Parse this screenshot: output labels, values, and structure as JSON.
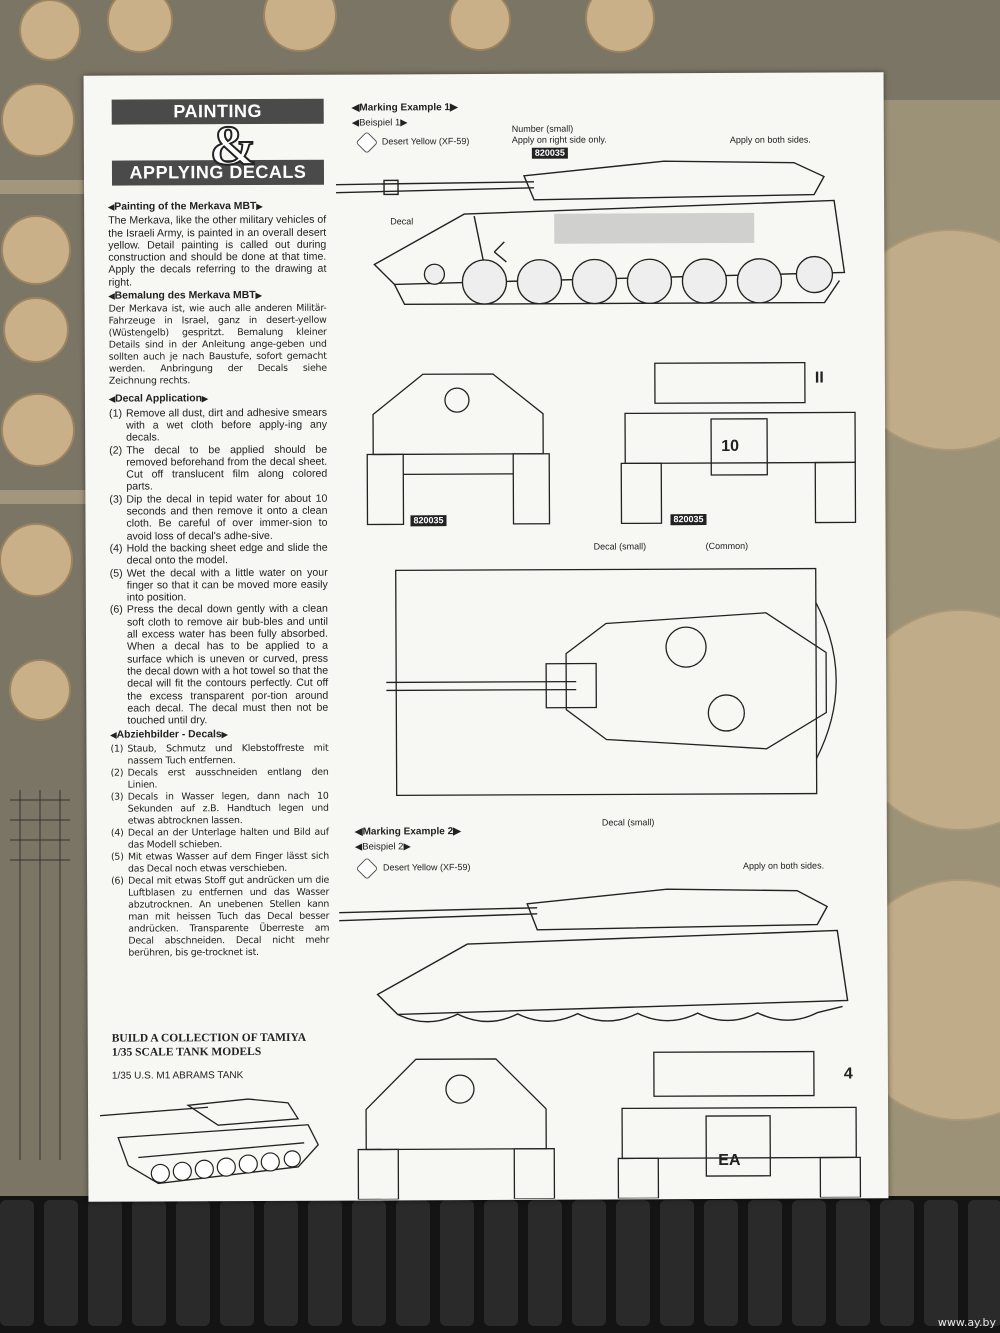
{
  "title": {
    "line1": "PAINTING",
    "amp": "&",
    "line2": "APPLYING DECALS"
  },
  "painting": {
    "heading": "Painting of the Merkava MBT",
    "text": "The Merkava, like the other military vehicles of the Israeli Army, is painted in an overall desert yellow. Detail painting is called out during construction and should be done at that time. Apply the decals referring to the drawing at right."
  },
  "bemalung": {
    "heading": "Bemalung des Merkava MBT",
    "text": "Der Merkava ist, wie auch alle anderen Militär-Fahrzeuge in Israel, ganz in desert-yellow (Wüstengelb) gespritzt. Bemalung kleiner Details sind in der Anleitung ange-geben und sollten auch je nach Baustufe, sofort gemacht werden. Anbringung der Decals siehe Zeichnung rechts."
  },
  "decal_application": {
    "heading": "Decal Application",
    "steps": [
      {
        "n": "(1)",
        "text": "Remove all dust, dirt and adhesive smears with a wet cloth before apply-ing any decals."
      },
      {
        "n": "(2)",
        "text": "The decal to be applied should be removed beforehand from the decal sheet. Cut off translucent film along colored parts."
      },
      {
        "n": "(3)",
        "text": "Dip the decal in tepid water for about 10 seconds and then remove it onto a clean cloth. Be careful of over immer-sion to avoid loss of decal's adhe-sive."
      },
      {
        "n": "(4)",
        "text": "Hold the backing sheet edge and slide the decal onto the model."
      },
      {
        "n": "(5)",
        "text": "Wet the decal with a little water on your finger so that it can be moved more easily into position."
      },
      {
        "n": "(6)",
        "text": "Press the decal down gently with a clean soft cloth to remove air bub-bles and until all excess water has been fully absorbed. When a decal has to be applied to a surface which is uneven or curved, press the decal down with a hot towel so that the decal will fit the contours perfectly. Cut off the excess transparent por-tion around each decal. The decal must then not be touched until dry."
      }
    ]
  },
  "abziehbilder": {
    "heading": "Abziehbilder - Decals",
    "steps": [
      {
        "n": "(1)",
        "text": "Staub, Schmutz und Klebstoffreste mit nassem Tuch entfernen."
      },
      {
        "n": "(2)",
        "text": "Decals erst ausschneiden entlang den Linien."
      },
      {
        "n": "(3)",
        "text": "Decals in Wasser legen, dann nach 10 Sekunden auf z.B. Handtuch legen und etwas abtrocknen lassen."
      },
      {
        "n": "(4)",
        "text": "Decal an der Unterlage halten und Bild auf das Modell schieben."
      },
      {
        "n": "(5)",
        "text": "Mit etwas Wasser auf dem Finger lässt sich das Decal noch etwas verschieben."
      },
      {
        "n": "(6)",
        "text": "Decal mit etwas Stoff gut andrücken um die Luftblasen zu entfernen und das Wasser abzutrocknen. An unebenen Stellen kann man mit heissen Tuch das Decal besser andrücken. Transparente Überreste am Decal abschneiden. Decal nicht mehr berühren, bis ge-trocknet ist."
      }
    ]
  },
  "collection": {
    "line1": "BUILD A COLLECTION OF TAMIYA",
    "line2": "1/35 SCALE TANK MODELS",
    "model": "1/35 U.S. M1 ABRAMS TANK"
  },
  "example1": {
    "heading": "Marking Example 1",
    "sub": "Beispiel 1",
    "color": "Desert Yellow (XF-59)",
    "number_note": "Number (small)",
    "number_note2": "Apply on right side only.",
    "both_sides": "Apply on both sides.",
    "decal": "Decal",
    "plate": "820035",
    "plate_front": "820035",
    "plate_rear": "820035",
    "rear_number": "10",
    "turret_mark": "II",
    "decal_small": "Decal (small)",
    "common": "(Common)",
    "decal_small_bottom": "Decal (small)"
  },
  "example2": {
    "heading": "Marking Example 2",
    "sub": "Beispiel 2",
    "color": "Desert Yellow (XF-59)",
    "both_sides": "Apply on both sides.",
    "rear_mark": "EA",
    "turret_mark": "4"
  },
  "watermark": "www.ay.by",
  "colors": {
    "sheet": "#f7f7f3",
    "title_bar": "#4a4a4a",
    "sprue": "#c9b089",
    "track": "#141414"
  }
}
